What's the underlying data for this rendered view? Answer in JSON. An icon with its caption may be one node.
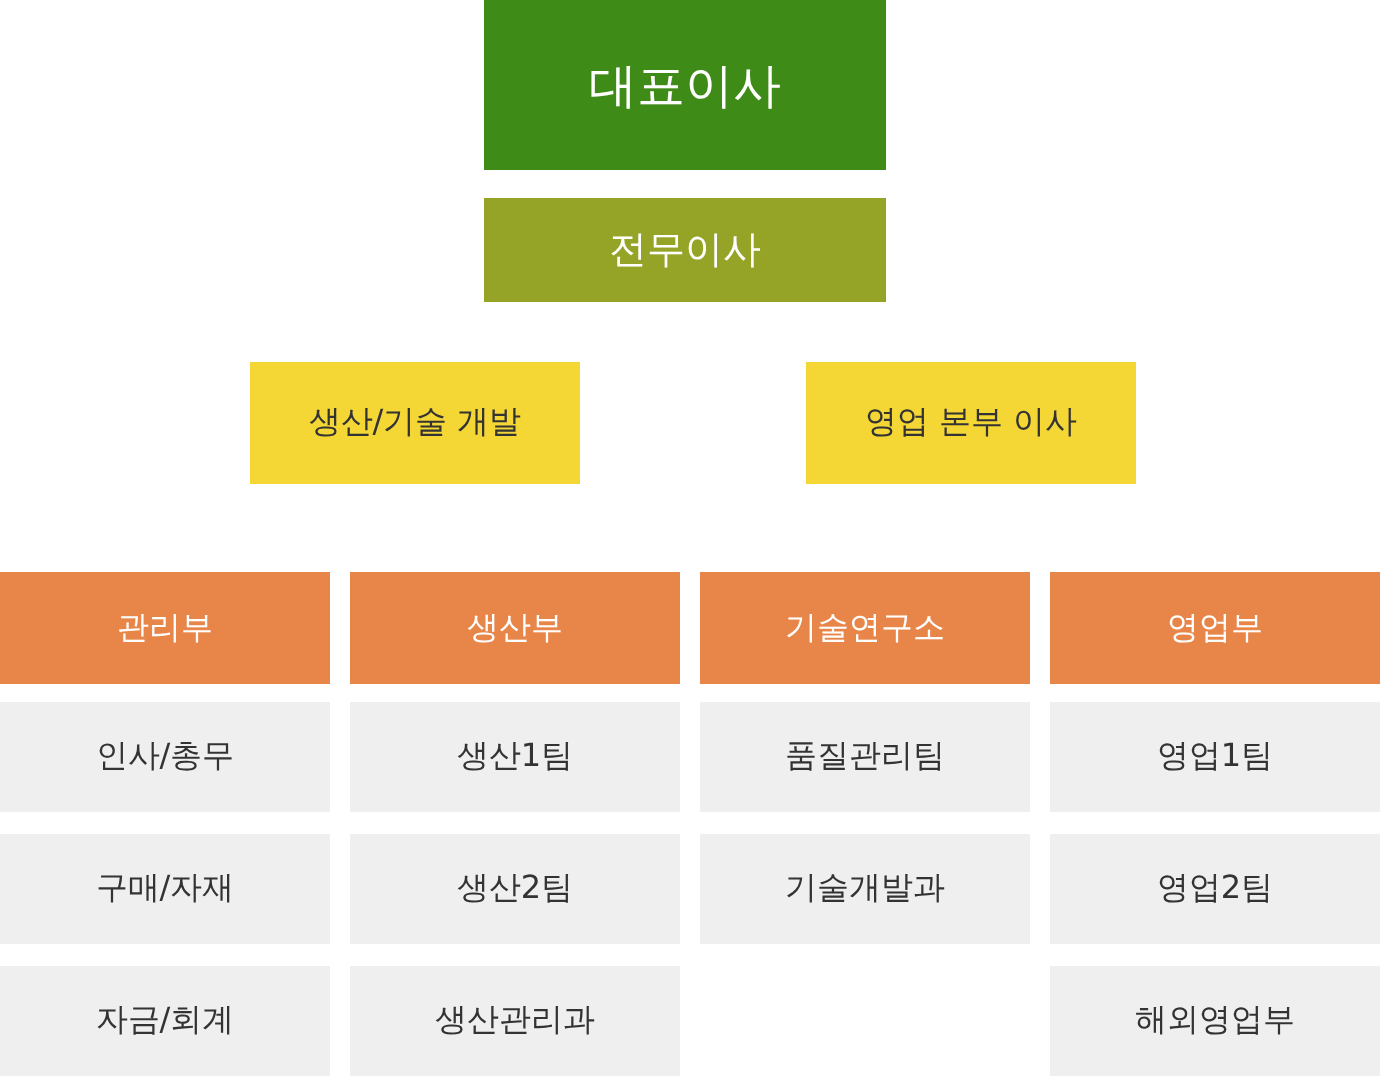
{
  "diagram": {
    "nodes": [
      {
        "text": [
          "대표이사"
        ]
      },
      {
        "text": [
          "전무이사"
        ]
      },
      {
        "text": [
          "생산/기술 개발"
        ]
      },
      {
        "text": [
          "영업 본부 이사"
        ]
      },
      {
        "text": [
          "관리부"
        ]
      },
      {
        "text": [
          "생산부"
        ]
      },
      {
        "text": [
          "기술연구소"
        ]
      },
      {
        "text": [
          "영업부"
        ]
      },
      {
        "text": [
          "인사/총무"
        ]
      },
      {
        "text": [
          "생산1팀"
        ]
      },
      {
        "text": [
          "품질관리팀"
        ]
      },
      {
        "text": [
          "영업1팀"
        ]
      },
      {
        "text": [
          "구매/자재"
        ]
      },
      {
        "text": [
          "생산2팀"
        ]
      },
      {
        "text": [
          "기술개발과"
        ]
      },
      {
        "text": [
          "영업2팀"
        ]
      },
      {
        "text": [
          "자금/회계"
        ]
      },
      {
        "text": [
          "생산관리과"
        ]
      },
      {
        "text": [
          "해외영업부"
        ]
      }
    ]
  }
}
